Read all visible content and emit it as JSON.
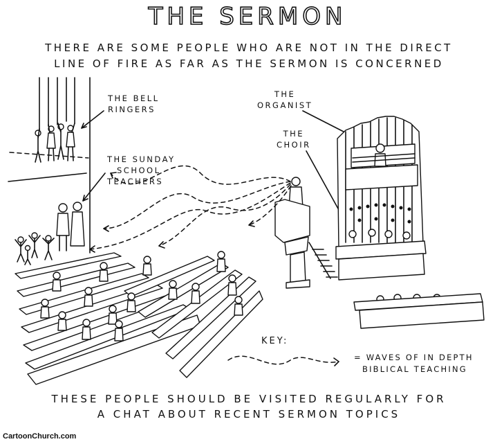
{
  "title": "THE SERMON",
  "subtitle": [
    "THERE ARE SOME PEOPLE WHO ARE NOT IN THE DIRECT",
    "LINE OF FIRE AS FAR AS THE SERMON IS CONCERNED"
  ],
  "labels": {
    "bell_ringers": [
      "THE BELL",
      "RINGERS"
    ],
    "sunday_school": [
      "THE SUNDAY",
      "SCHOOL",
      "TEACHERS"
    ],
    "organist": [
      "THE",
      "ORGANIST"
    ],
    "choir": [
      "THE",
      "CHOIR"
    ]
  },
  "key": {
    "title": "KEY:",
    "description": [
      "= WAVES OF IN DEPTH",
      "BIBLICAL TEACHING"
    ]
  },
  "footer": [
    "THESE PEOPLE SHOULD BE VISITED REGULARLY FOR",
    "A CHAT ABOUT RECENT SERMON TOPICS"
  ],
  "credit": "CartoonChurch.com",
  "colors": {
    "ink": "#111111",
    "paper": "#ffffff"
  }
}
